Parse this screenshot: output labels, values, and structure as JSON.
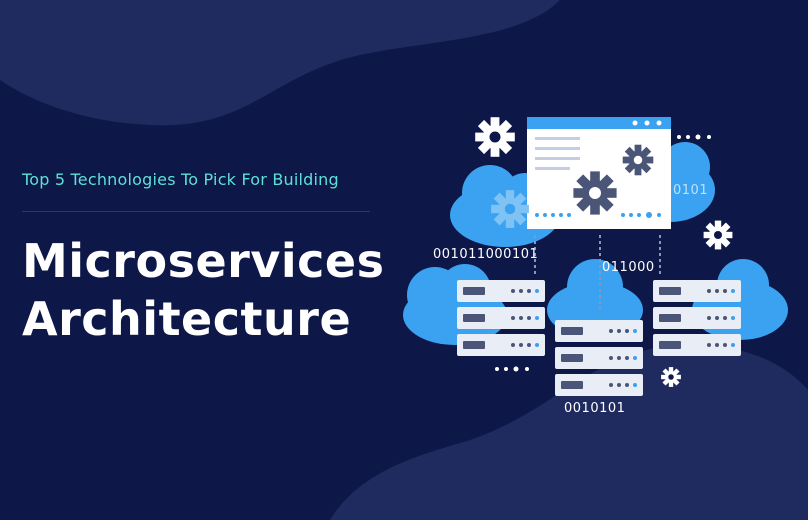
{
  "banner": {
    "subtitle": "Top 5 Technologies To Pick For Building",
    "title_line1": "Microservices",
    "title_line2": "Architecture"
  },
  "illustration": {
    "binary_left": "001011000101",
    "binary_center": "011000",
    "binary_bottom": "0010101",
    "binary_right": "0101",
    "icons": [
      "cloud-icon",
      "server-icon",
      "gear-icon",
      "browser-window-icon"
    ]
  },
  "colors": {
    "background": "#0d1748",
    "subtitle": "#5ee0d6",
    "cloud": "#3aa2f0",
    "server": "#e9edf5"
  }
}
